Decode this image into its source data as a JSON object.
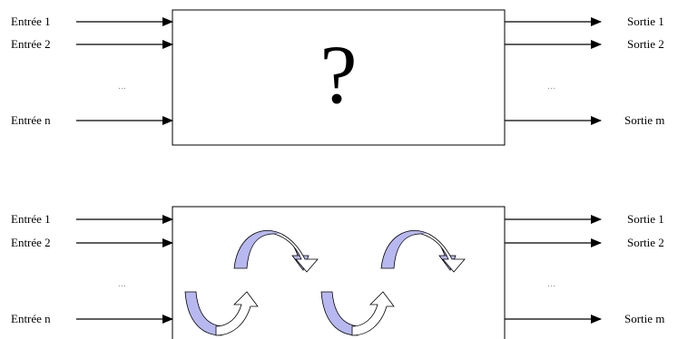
{
  "diagram_top": {
    "inputs": [
      "Entrée 1",
      "Entrée 2",
      "Entrée n"
    ],
    "outputs": [
      "Sortie 1",
      "Sortie 2",
      "Sortie m"
    ],
    "ellipsis_left": "…",
    "ellipsis_right": "…",
    "box_symbol": "?"
  },
  "diagram_bottom": {
    "inputs": [
      "Entrée 1",
      "Entrée 2",
      "Entrée n"
    ],
    "outputs": [
      "Sortie 1",
      "Sortie 2",
      "Sortie m"
    ],
    "ellipsis_left": "…",
    "ellipsis_right": "…"
  },
  "colors": {
    "arrow_fill": "#b8b8f0",
    "line": "#000000",
    "background": "#ffffff"
  }
}
